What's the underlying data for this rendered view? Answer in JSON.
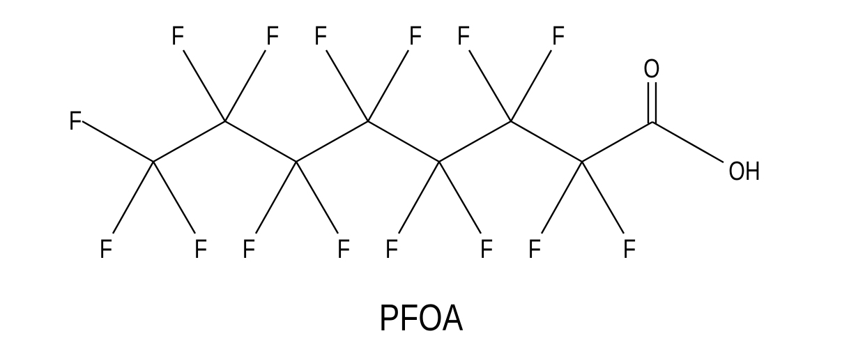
{
  "molecule": {
    "name": "PFOA",
    "fluorine_label": "F",
    "oxygen_label": "O",
    "hydroxyl_label": "OH",
    "bond_color": "#000000"
  }
}
